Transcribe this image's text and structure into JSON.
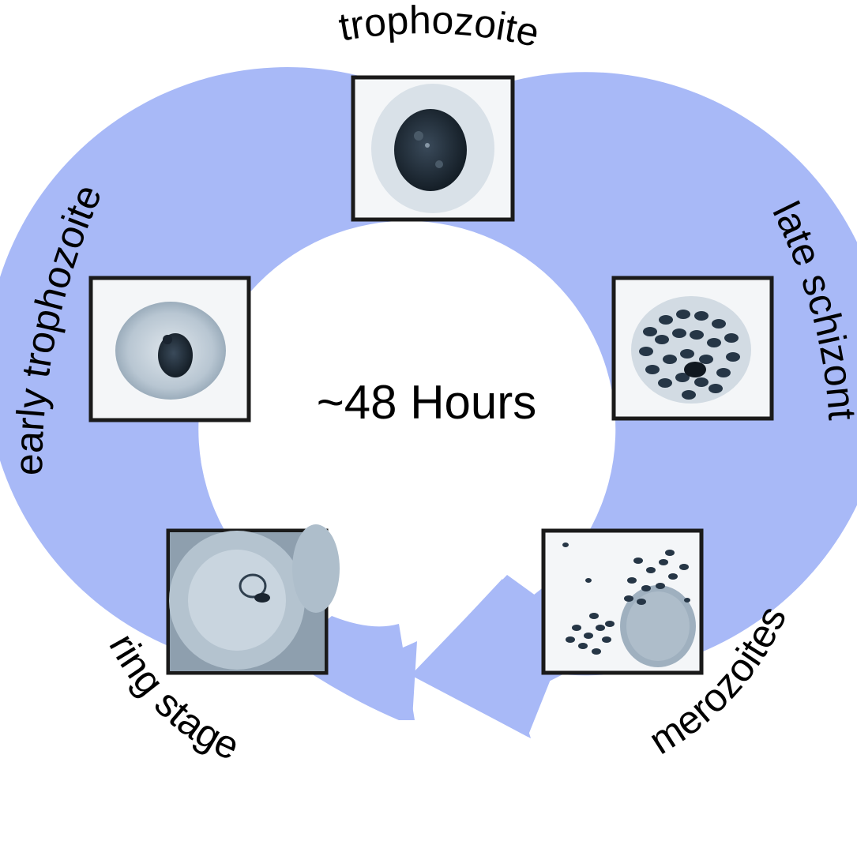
{
  "center_label": "~48 Hours",
  "stages": [
    {
      "key": "trophozoite",
      "label": "trophozoite"
    },
    {
      "key": "late-schizont",
      "label": "late schizont"
    },
    {
      "key": "merozoites",
      "label": "merozoites"
    },
    {
      "key": "ring-stage",
      "label": "ring stage"
    },
    {
      "key": "early-trophozoite",
      "label": "early trophozoite"
    }
  ],
  "colors": {
    "cycle_arrow": "#a8b9f7",
    "panel_border": "#1a1a1a",
    "cell_stain": "#243545",
    "cell_background": "#b8c6d2"
  }
}
